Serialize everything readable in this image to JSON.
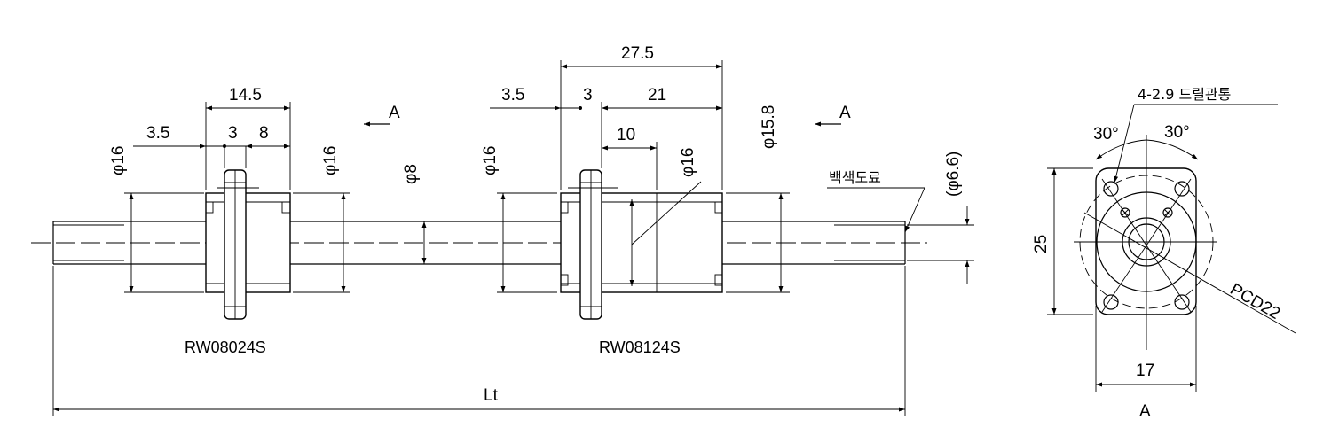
{
  "drawing": {
    "dims": {
      "lt": "Lt",
      "left_flange_width": "14.5",
      "left_offset": "3.5",
      "left_flange": "3",
      "left_body": "8",
      "right_overall": "27.5",
      "right_offset": "3.5",
      "right_flange": "3",
      "right_body": "21",
      "right_sub": "10",
      "dia_left_nut": "φ16",
      "dia_left_nut2": "φ16",
      "dia_shaft": "φ8",
      "dia_right_nut": "φ16",
      "dia_right_body": "φ16",
      "dia_right_thread": "φ15.8",
      "dia_end": "(φ6.6)"
    },
    "section_marks": {
      "left": "A",
      "right": "A",
      "end_view": "A"
    },
    "part_labels": {
      "left": "RW08024S",
      "right": "RW08124S"
    },
    "notes": {
      "finish": "백색도료",
      "holes": "4-2.9 드릴관통"
    },
    "end_view": {
      "height": "25",
      "width": "17",
      "pcd": "PCD22",
      "angle_left": "30°",
      "angle_right": "30°"
    }
  }
}
